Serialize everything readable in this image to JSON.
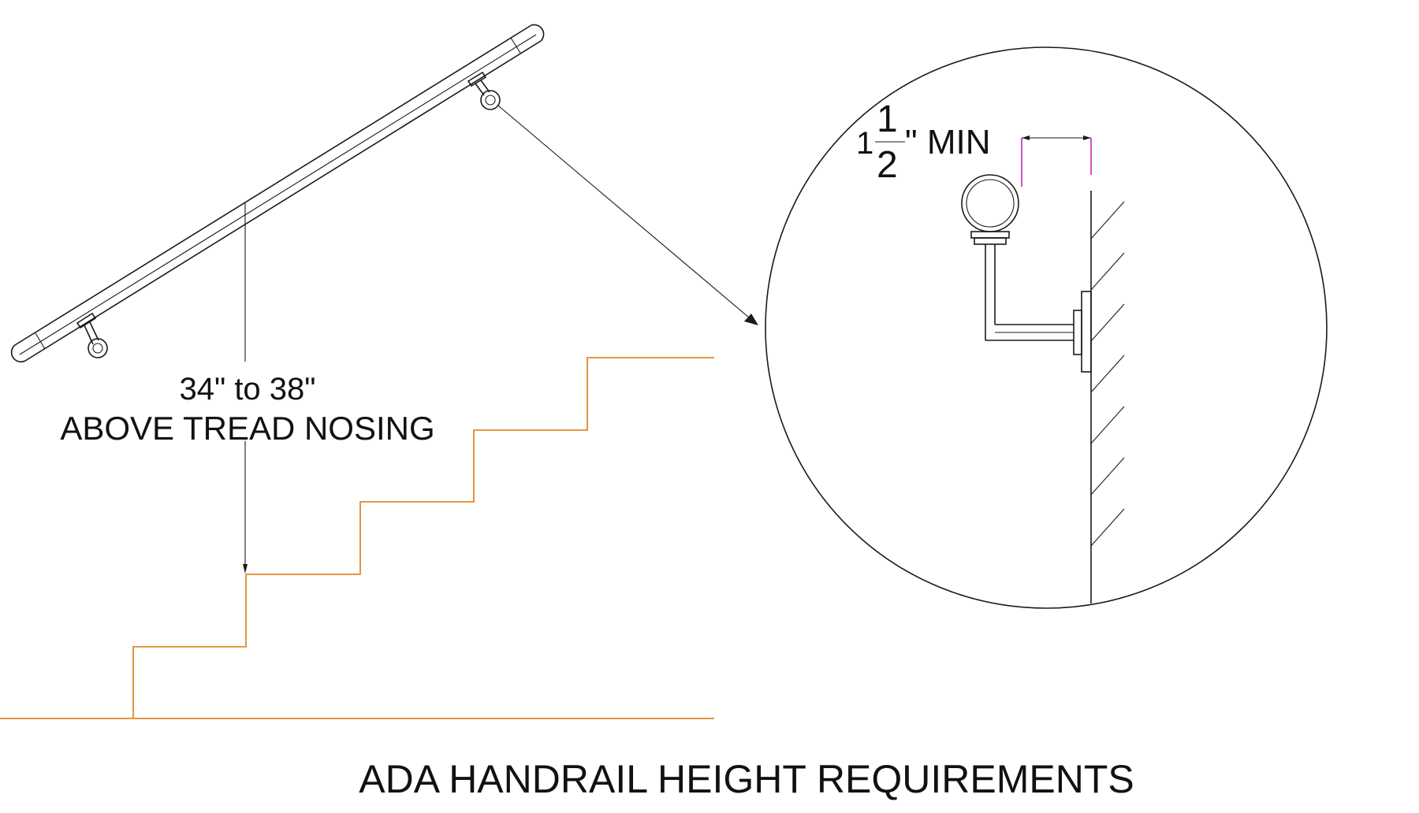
{
  "labels": {
    "height_value": "34\" to 38\"",
    "height_desc": "ABOVE TREAD NOSING",
    "clearance_whole": "1",
    "clearance_num": "1",
    "clearance_den": "2",
    "clearance_suffix": "\" MIN",
    "title": "ADA HANDRAIL HEIGHT  REQUIREMENTS"
  },
  "colors": {
    "stair": "#e0892f",
    "dimension": "#c02ac0",
    "line": "#1a1a1a"
  },
  "diagram": {
    "elements": [
      "handrail",
      "brackets",
      "stairs",
      "height-dimension",
      "detail-callout",
      "wall-hatch"
    ]
  }
}
